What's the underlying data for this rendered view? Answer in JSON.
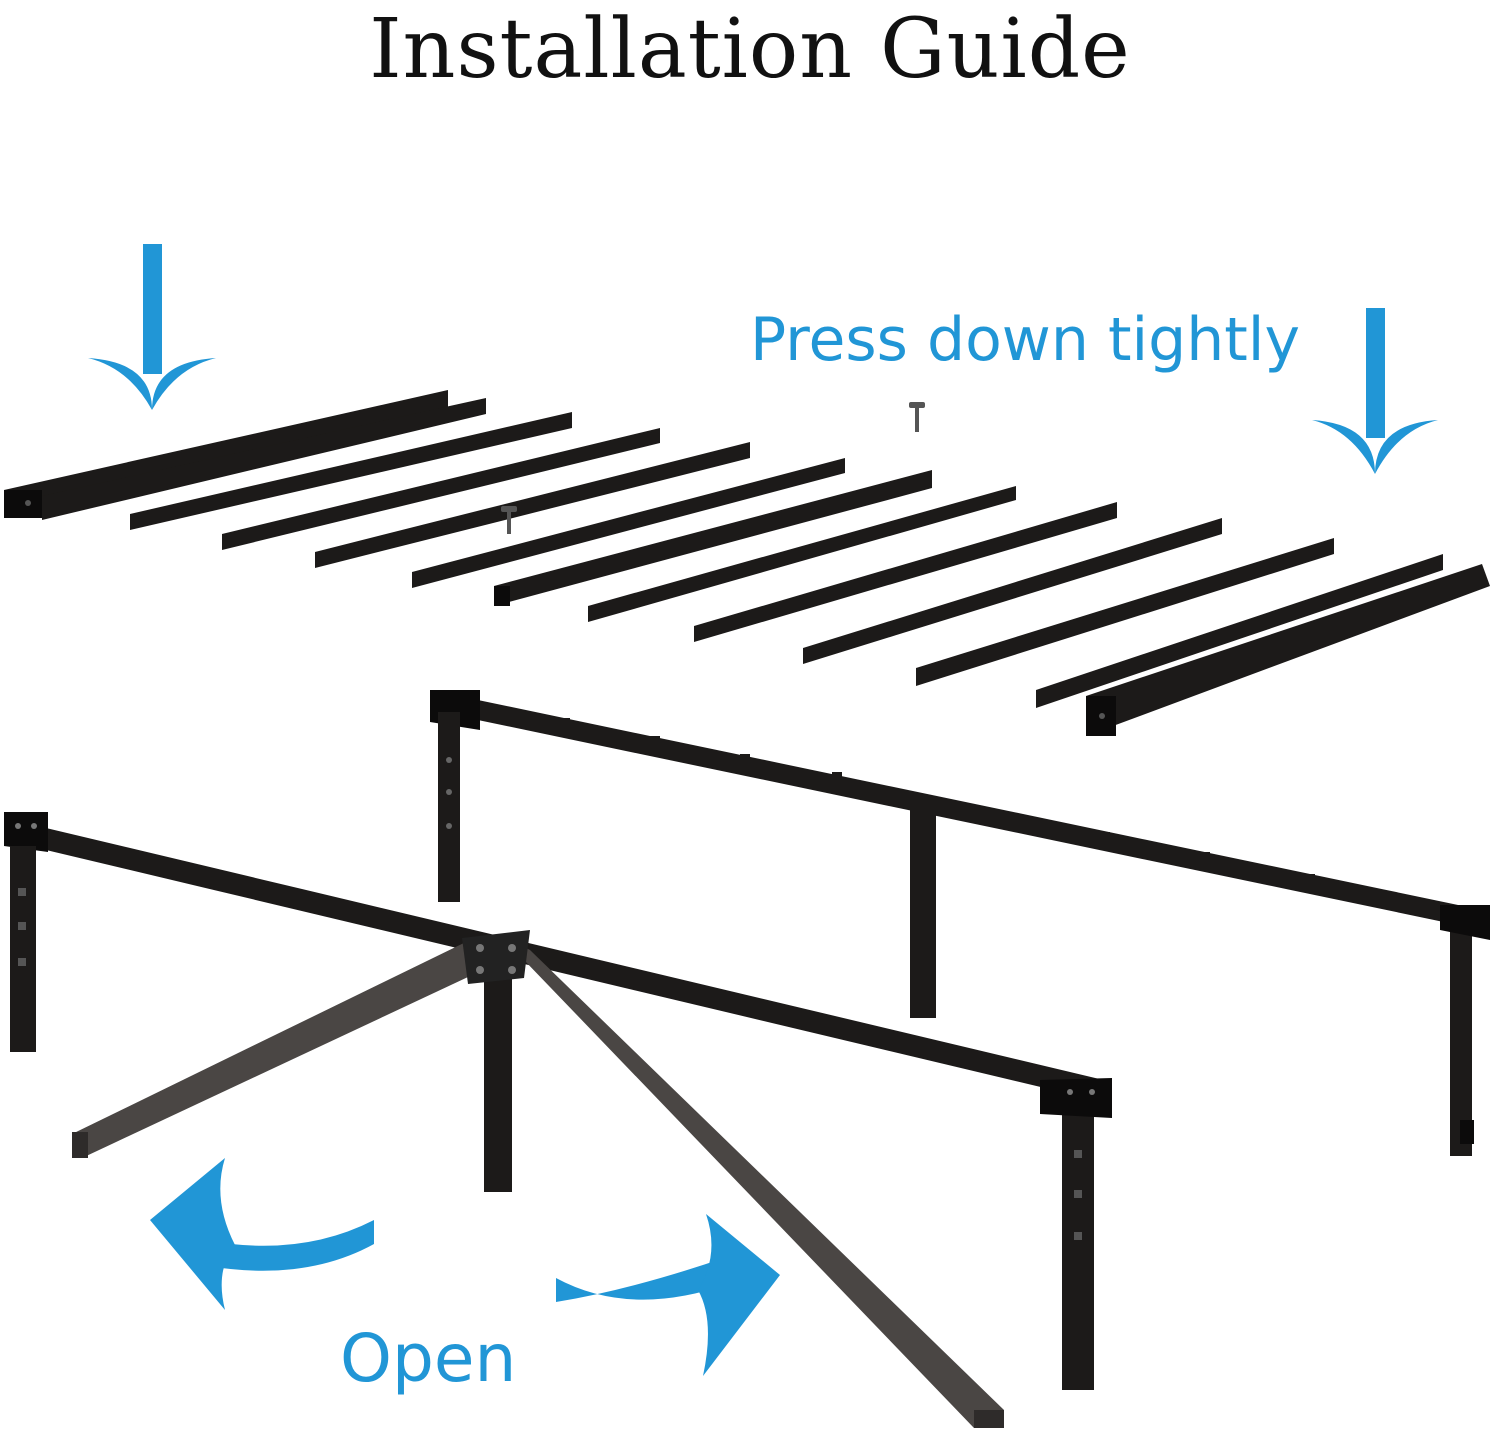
{
  "title": "Installation Guide",
  "labels": {
    "press": "Press down tightly",
    "open": "Open"
  },
  "colors": {
    "accent": "#2196d6",
    "metal": "#1c1a19",
    "metal_dark": "#0c0b0b",
    "metal_gray": "#4a4644",
    "title": "#111111"
  },
  "icons": [
    "arrow-down-icon",
    "arrow-down-icon",
    "curved-arrow-left-icon",
    "curved-arrow-right-icon"
  ]
}
